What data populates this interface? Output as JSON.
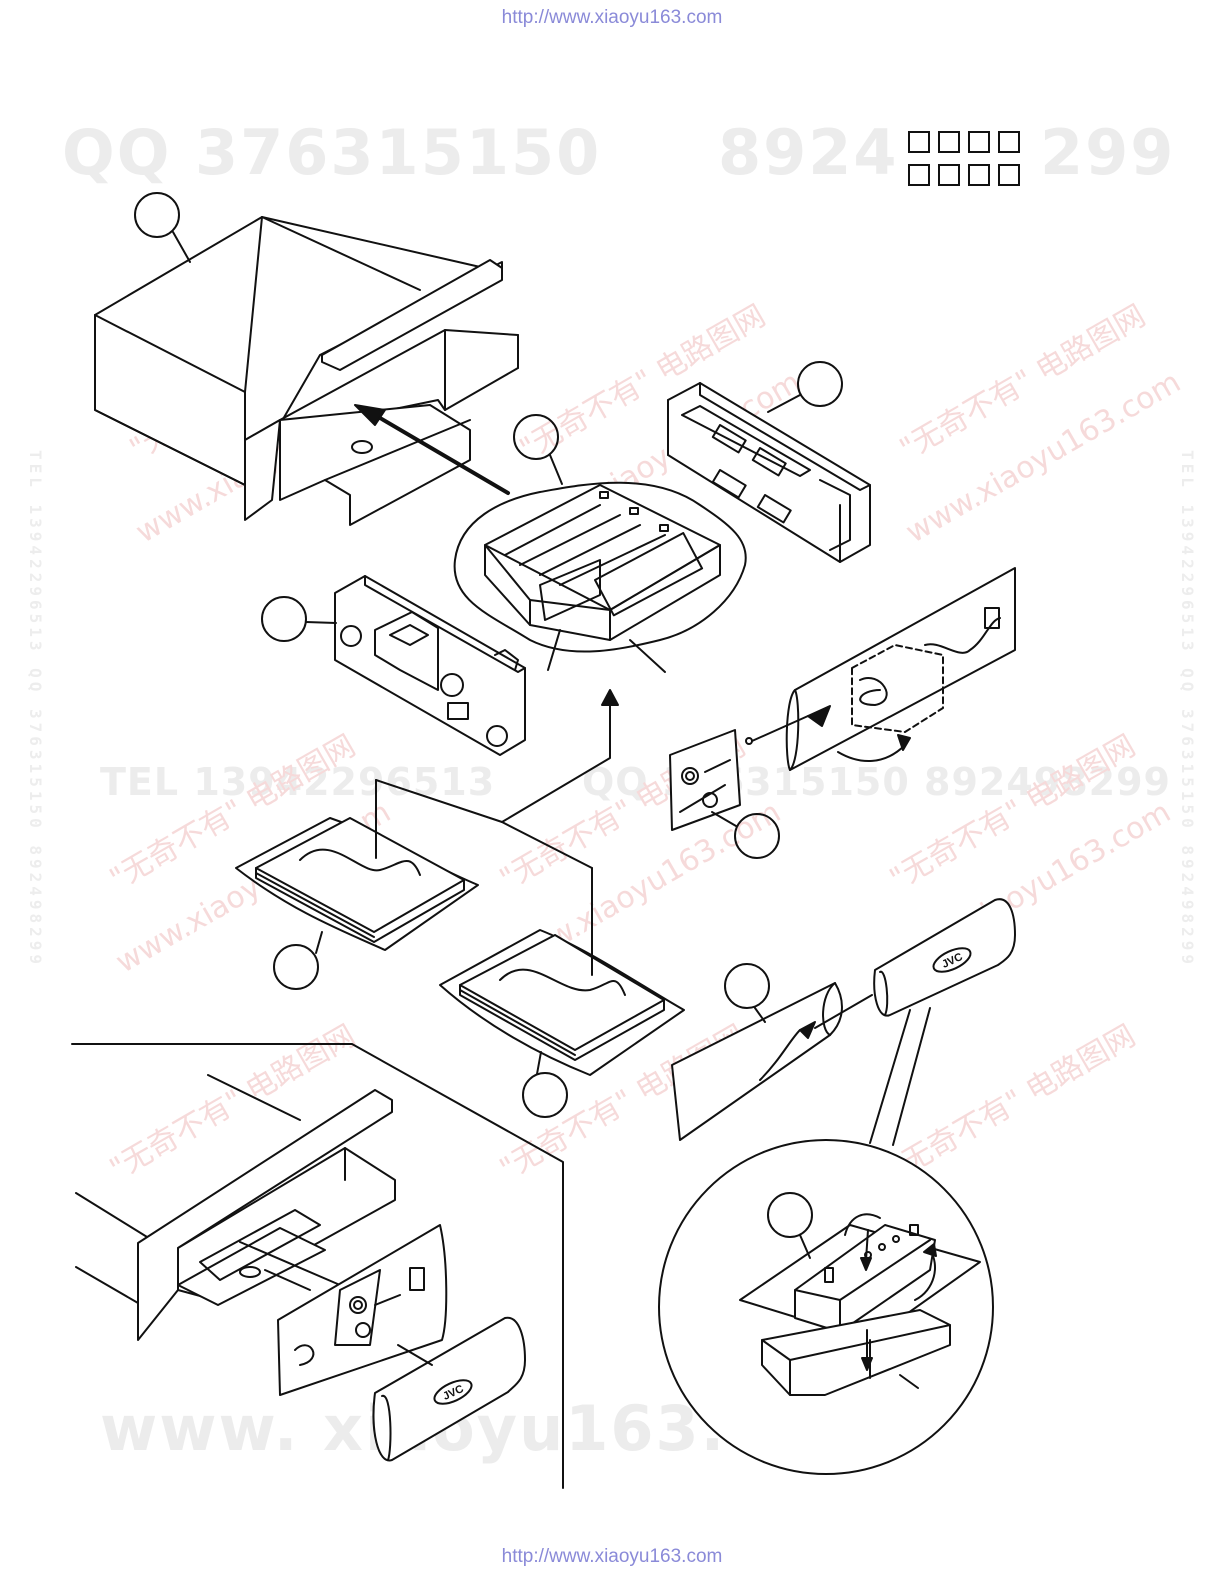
{
  "header": {
    "url": "http://www.xiaoyu163.com"
  },
  "footer": {
    "url": "http://www.xiaoyu163.com"
  },
  "watermarks": {
    "qq_line": "QQ 376315150",
    "number_line": "8924",
    "number_line_end": "299",
    "tel_line": "TEL 13942296513",
    "qq_line_2": "QQ 376315150   892498299",
    "site_line": "www. xiaoyu163. com",
    "red_slogan": "\"无奇不有\" 电路图网",
    "red_site": "www.xiaoyu163.com",
    "vertical_left": "TEL 13942296513 QQ 376315150 892498299",
    "vertical_right": "TEL 13942296513 QQ 376315150 892498299"
  },
  "parts": {
    "logo_text": "JVC",
    "logo_text_inset": "JVC"
  }
}
